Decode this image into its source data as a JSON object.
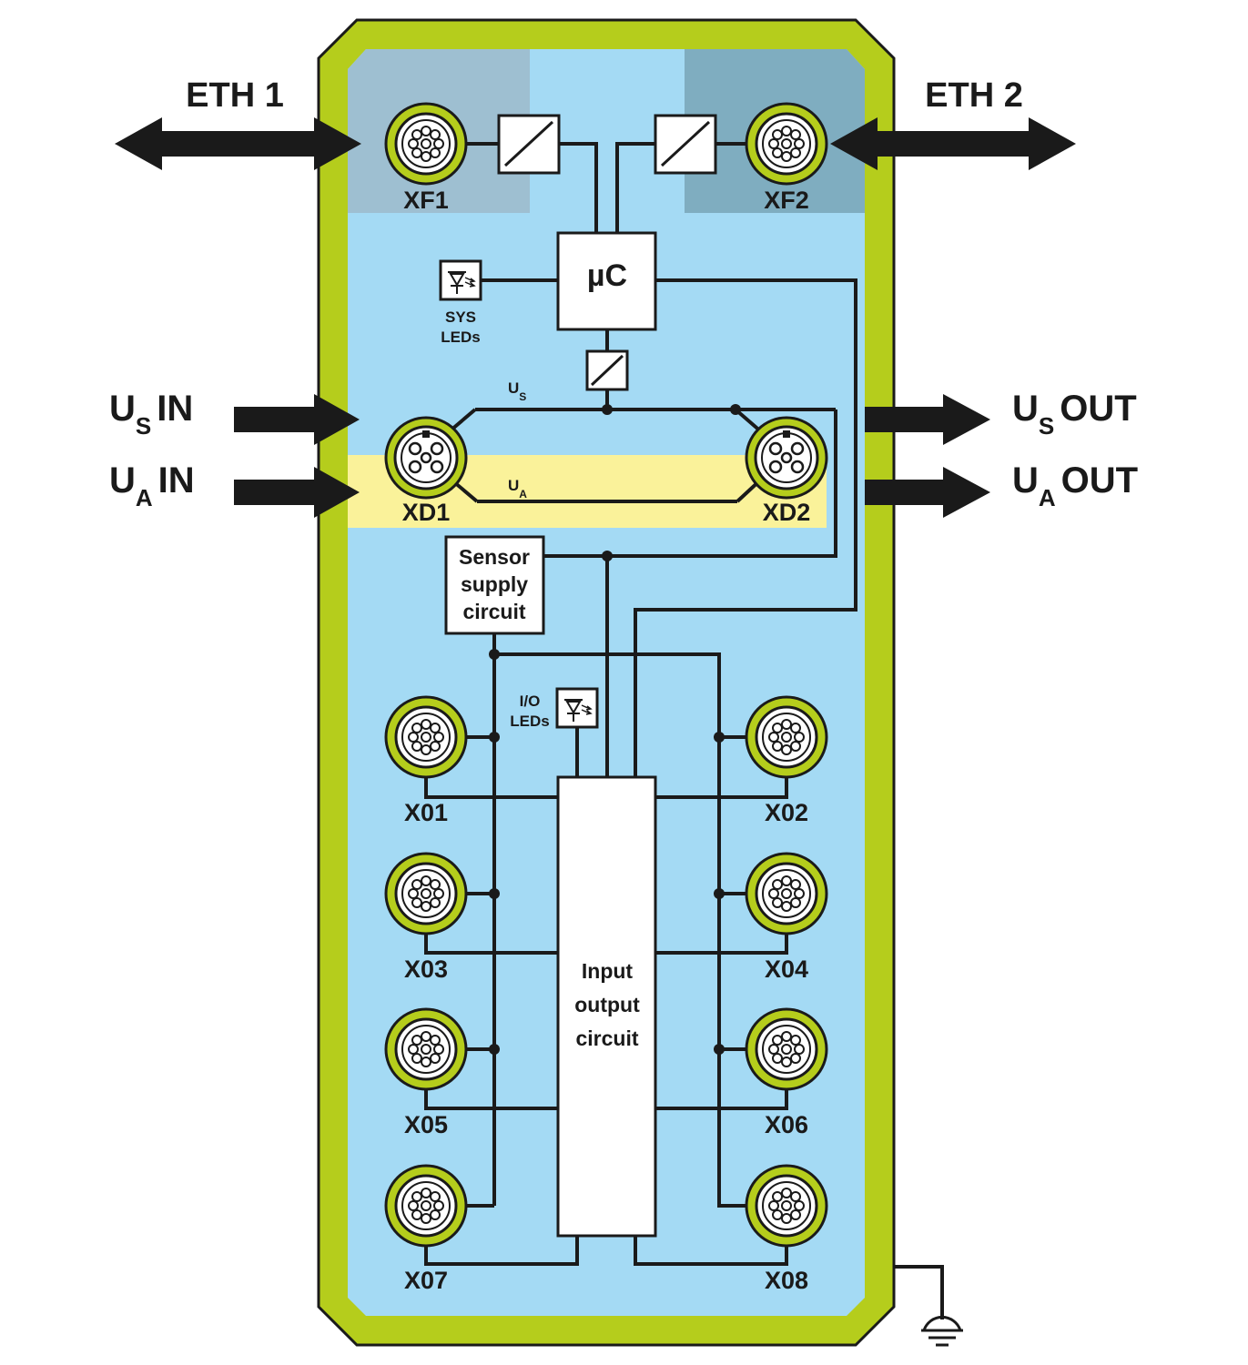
{
  "colors": {
    "housing": "#b5cd1c",
    "inner": "#a4daf4",
    "eth_left_zone": "#9ebfd1",
    "eth_right_zone": "#7fadc0",
    "ua_band": "#faf29a",
    "ink": "#1a1a1a"
  },
  "ports": {
    "eth1": "ETH 1",
    "eth2": "ETH 2",
    "xf1": "XF1",
    "xf2": "XF2",
    "xd1": "XD1",
    "xd2": "XD2",
    "x01": "X01",
    "x02": "X02",
    "x03": "X03",
    "x04": "X04",
    "x05": "X05",
    "x06": "X06",
    "x07": "X07",
    "x08": "X08"
  },
  "power": {
    "us_in_main": "U",
    "us_in_sub": "S",
    "us_in_suffix": "IN",
    "ua_in_main": "U",
    "ua_in_sub": "A",
    "ua_in_suffix": "IN",
    "us_out_main": "U",
    "us_out_sub": "S",
    "us_out_suffix": "OUT",
    "ua_out_main": "U",
    "ua_out_sub": "A",
    "ua_out_suffix": "OUT",
    "bus_us_main": "U",
    "bus_us_sub": "S",
    "bus_ua_main": "U",
    "bus_ua_sub": "A"
  },
  "blocks": {
    "mcu": "µC",
    "sys_leds_1": "SYS",
    "sys_leds_2": "LEDs",
    "io_leds_1": "I/O",
    "io_leds_2": "LEDs",
    "sensor_1": "Sensor",
    "sensor_2": "supply",
    "sensor_3": "circuit",
    "io_1": "Input",
    "io_2": "output",
    "io_3": "circuit"
  },
  "icons": [
    "m12-connector-icon",
    "m12-power-connector-icon",
    "led-icon",
    "isolation-transformer-icon",
    "ground-icon",
    "bidirectional-arrow-icon",
    "arrow-right-icon"
  ]
}
